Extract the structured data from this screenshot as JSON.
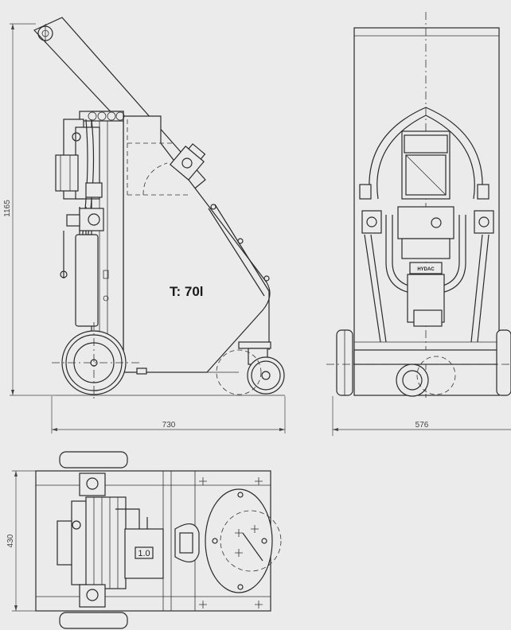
{
  "dimensions": {
    "height_side": "1165",
    "length_side": "730",
    "width_front": "576",
    "width_top": "430"
  },
  "labels": {
    "tank": "T:  70l",
    "brand_front": "HYDAC",
    "counter_top": "1.0"
  }
}
